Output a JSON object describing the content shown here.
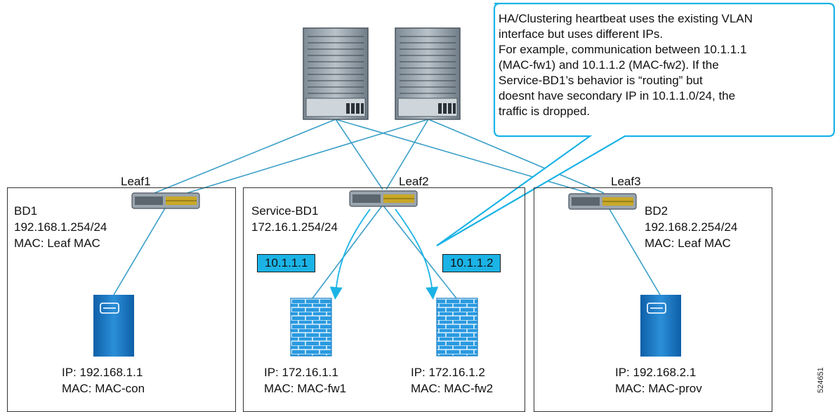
{
  "callout": {
    "lines": [
      "HA/Clustering heartbeat uses the existing VLAN",
      "interface but uses different IPs.",
      "For example, communication between 10.1.1.1",
      "(MAC-fw1) and 10.1.1.2 (MAC-fw2). If the",
      "Service-BD1’s behavior is “routing” but",
      "doesnt have secondary IP in 10.1.1.0/24, the",
      "traffic is dropped."
    ]
  },
  "leaves": {
    "leaf1": "Leaf1",
    "leaf2": "Leaf2",
    "leaf3": "Leaf3"
  },
  "bd1": {
    "name": "BD1",
    "subnet": "192.168.1.254/24",
    "mac": "MAC: Leaf MAC",
    "host_ip": "IP: 192.168.1.1",
    "host_mac": "MAC: MAC-con"
  },
  "service_bd": {
    "name": "Service-BD1",
    "subnet": "172.16.1.254/24",
    "fw1_tag": "10.1.1.1",
    "fw2_tag": "10.1.1.2",
    "fw1_ip": "IP: 172.16.1.1",
    "fw1_mac": "MAC: MAC-fw1",
    "fw2_ip": "IP: 172.16.1.2",
    "fw2_mac": "MAC: MAC-fw2"
  },
  "bd2": {
    "name": "BD2",
    "subnet": "192.168.2.254/24",
    "mac": "MAC: Leaf MAC",
    "host_ip": "IP: 192.168.2.1",
    "host_mac": "MAC: MAC-prov"
  },
  "figure_id": "524651",
  "colors": {
    "accent": "#1bb3e6",
    "link": "#3a9fc7",
    "server": "#1b78c4",
    "firewall": "#2196d6"
  }
}
